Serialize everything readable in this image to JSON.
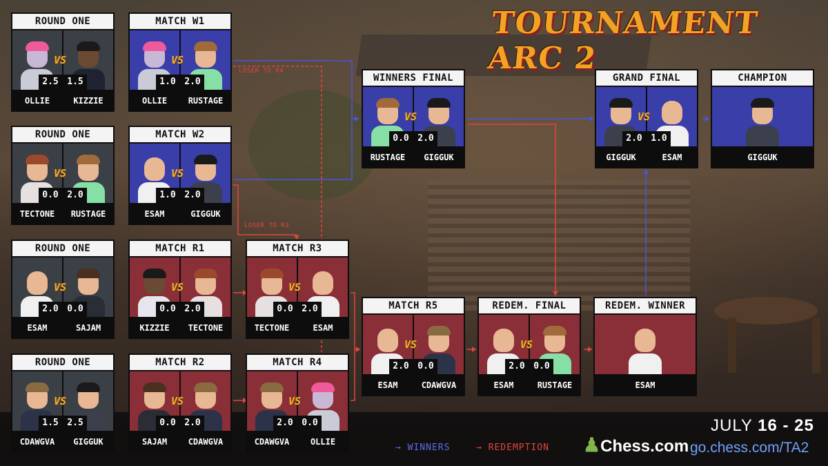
{
  "title": "TOURNAMENT ARC 2",
  "colors": {
    "winners": "#4a55e0",
    "redemption": "#e0463f",
    "accent": "#f2a323"
  },
  "tags": {
    "loser_r4": "LOSER TO R4",
    "loser_r3": "LOSER TO R3"
  },
  "vs_label": "VS",
  "cards": {
    "r1a": {
      "title": "ROUND ONE",
      "s1": "2.5",
      "s2": "1.5",
      "n1": "OLLIE",
      "n2": "KIZZIE"
    },
    "r1b": {
      "title": "ROUND ONE",
      "s1": "0.0",
      "s2": "2.0",
      "n1": "TECTONE",
      "n2": "RUSTAGE"
    },
    "r1c": {
      "title": "ROUND ONE",
      "s1": "2.0",
      "s2": "0.0",
      "n1": "ESAM",
      "n2": "SAJAM"
    },
    "r1d": {
      "title": "ROUND ONE",
      "s1": "1.5",
      "s2": "2.5",
      "n1": "CDAWGVA",
      "n2": "GIGGUK"
    },
    "w1": {
      "title": "MATCH W1",
      "s1": "1.0",
      "s2": "2.0",
      "n1": "OLLIE",
      "n2": "RUSTAGE"
    },
    "w2": {
      "title": "MATCH W2",
      "s1": "1.0",
      "s2": "2.0",
      "n1": "ESAM",
      "n2": "GIGGUK"
    },
    "r1": {
      "title": "MATCH R1",
      "s1": "0.0",
      "s2": "2.0",
      "n1": "KIZZIE",
      "n2": "TECTONE"
    },
    "r2": {
      "title": "MATCH R2",
      "s1": "0.0",
      "s2": "2.0",
      "n1": "SAJAM",
      "n2": "CDAWGVA"
    },
    "r3": {
      "title": "MATCH R3",
      "s1": "0.0",
      "s2": "2.0",
      "n1": "TECTONE",
      "n2": "ESAM"
    },
    "r4": {
      "title": "MATCH R4",
      "s1": "2.0",
      "s2": "0.0",
      "n1": "CDAWGVA",
      "n2": "OLLIE"
    },
    "wf": {
      "title": "WINNERS FINAL",
      "s1": "0.0",
      "s2": "2.0",
      "n1": "RUSTAGE",
      "n2": "GIGGUK"
    },
    "r5": {
      "title": "MATCH R5",
      "s1": "2.0",
      "s2": "0.0",
      "n1": "ESAM",
      "n2": "CDAWGVA"
    },
    "rf": {
      "title": "REDEM. FINAL",
      "s1": "2.0",
      "s2": "0.0",
      "n1": "ESAM",
      "n2": "RUSTAGE"
    },
    "gf": {
      "title": "GRAND FINAL",
      "s1": "2.0",
      "s2": "1.0",
      "n1": "GIGGUK",
      "n2": "ESAM"
    },
    "champ": {
      "title": "CHAMPION",
      "n1": "GIGGUK"
    },
    "rw": {
      "title": "REDEM. WINNER",
      "n1": "ESAM"
    }
  },
  "legend": {
    "winners": "→ WINNERS",
    "redemption": "→ REDEMPTION"
  },
  "footer": {
    "brand": "Chess.com",
    "dates_prefix": "JULY ",
    "dates": "16 - 25",
    "url": "go.chess.com/TA2"
  }
}
